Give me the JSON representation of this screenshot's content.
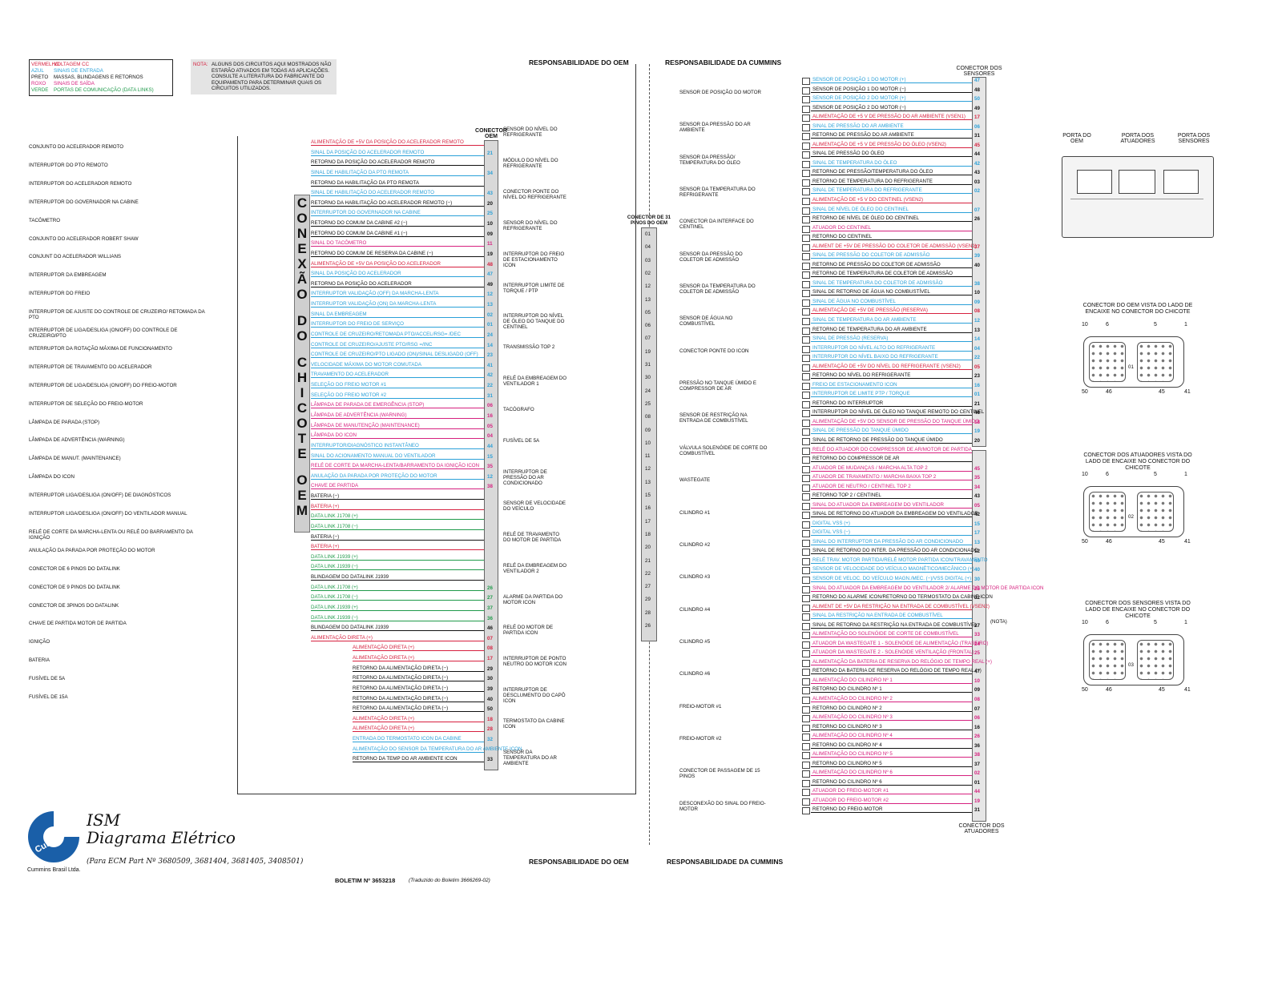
{
  "legend": [
    {
      "k": "VERMELHO",
      "v": "VOLTAGEM CC",
      "color": "#d6213f"
    },
    {
      "k": "AZUL",
      "v": "SINAIS DE ENTRADA",
      "color": "#2aa0d8"
    },
    {
      "k": "PRETO",
      "v": "MASSAS, BLINDAGENS E RETORNOS",
      "color": "#111111"
    },
    {
      "k": "ROXO",
      "v": "SINAIS DE SAÍDA",
      "color": "#d6217f"
    },
    {
      "k": "VERDE",
      "v": "PORTAS DE COMUNICAÇÃO (DATA LINKS)",
      "color": "#1f9a4a"
    }
  ],
  "note": {
    "label": "NOTA:",
    "text": "ALGUNS DOS CIRCUITOS AQUI MOSTRADOS NÃO ESTARÃO ATIVADOS EM TODAS AS APLICAÇÕES. CONSULTE A LITERATURA DO FABRICANTE DO EQUIPAMENTO PARA DETERMINAR QUAIS OS CIRCUITOS UTILIZADOS."
  },
  "headers": {
    "oem_top": "RESPONSABILIDADE DO OEM",
    "cummins_top": "RESPONSABILIDADE DA CUMMINS",
    "oem_bottom": "RESPONSABILIDADE DO OEM",
    "cummins_bottom": "RESPONSABILIDADE DA CUMMINS",
    "conector_oem": "CONECTOR OEM",
    "conector_31": "CONECTOR DE 31 PINOS DO OEM",
    "conector_sensores": "CONECTOR DOS SENSORES",
    "conector_atuadores": "CONECTOR DOS ATUADORES",
    "chicote": "CONEXÃO DO CHICOTE OEM"
  },
  "oem_components": [
    "CONJUNTO DO ACELERADOR REMOTO",
    "INTERRUPTOR DO PTO REMOTO",
    "INTERRUPTOR DO ACELERADOR REMOTO",
    "INTERRUPTOR DO GOVERNADOR NA CABINE",
    "TACÔMETRO",
    "CONJUNTO DO ACELERADOR ROBERT SHAW",
    "CONJUNT DO ACELERADOR WILLIANS",
    "INTERRUPTOR DA EMBREAGEM",
    "INTERRUPTOR DO FREIO",
    "INTERRUPTOR DE AJUSTE DO CONTROLE DE CRUZEIRO/ RETOMADA DA PTO",
    "INTERRUPTOR DE LIGA/DESLIGA (ON/OFF) DO CONTROLE DE CRUZEIRO/PTO",
    "INTERRUPTOR DA ROTAÇÃO MÁXIMA DE FUNCIONAMENTO",
    "INTERRUPTOR DE TRAVAMENTO DO ACELERADOR",
    "INTERRUPTOR DE LIGA/DESLIGA (ON/OFF) DO FREIO-MOTOR",
    "INTERRUPTOR DE SELEÇÃO DO FREIO-MOTOR",
    "LÂMPADA DE PARADA (STOP)",
    "LÂMPADA DE ADVERTÊNCIA (WARNING)",
    "LÂMPADA DE MANUT. (MAINTENANCE)",
    "LÂMPADA DO ICON",
    "INTERRUPTOR LIGA/DESLIGA (ON/OFF) DE DIAGNÓSTICOS",
    "INTERRUPTOR LIGA/DESLIGA (ON/OFF) DO VENTILADOR MANUAL",
    "RELÉ DE CORTE DA MARCHA-LENTA OU RELÉ DO BARRAMENTO DA IGNIÇÃO",
    "ANULAÇÃO DA PARADA POR PROTEÇÃO DO MOTOR",
    "CONECTOR DE 6 PINOS DO DATALINK",
    "CONECTOR DE 9 PINOS DO DATALINK",
    "CONECTOR DE 3PINOS DO DATALINK",
    "CHAVE DE PARTIDA MOTOR DE PARTIDA",
    "IGNIÇÃO",
    "BATERIA",
    "FUSÍVEL DE 5A",
    "FUSÍVEL DE 15A"
  ],
  "oem_wires": [
    {
      "t": "ALIMENTAÇÃO DE +5V DA POSIÇÃO DO ACELERADOR REMOTO",
      "p": "",
      "c": "r"
    },
    {
      "t": "SINAL DA POSIÇÃO DO ACELERADOR REMOTO",
      "p": "21",
      "c": "b"
    },
    {
      "t": "RETORNO DA POSIÇÃO DO ACELERADOR REMOTO",
      "p": "",
      "c": "k"
    },
    {
      "t": "SINAL DE HABILITAÇÃO DA PTO REMOTA",
      "p": "34",
      "c": "b"
    },
    {
      "t": "RETORNO DA HABILITAÇÃO DA PTO REMOTA",
      "p": "",
      "c": "k"
    },
    {
      "t": "SINAL DE HABILITAÇÃO DO ACELERADOR REMOTO",
      "p": "43",
      "c": "b"
    },
    {
      "t": "RETORNO DA HABILITAÇÃO DO ACELERADOR REMOTO (−)",
      "p": "20",
      "c": "k"
    },
    {
      "t": "INTERRUPTOR DO GOVERNADOR NA CABINE",
      "p": "25",
      "c": "b"
    },
    {
      "t": "RETORNO DO COMUM DA CABINE #2 (−)",
      "p": "10",
      "c": "k"
    },
    {
      "t": "RETORNO DO COMUM DA CABINE #1 (−)",
      "p": "09",
      "c": "k"
    },
    {
      "t": "SINAL DO TACÔMETRO",
      "p": "11",
      "c": "m"
    },
    {
      "t": "RETORNO DO COMUM DE RESERVA DA CABINE (−)",
      "p": "19",
      "c": "k"
    },
    {
      "t": "ALIMENTAÇÃO DE +5V DA POSIÇÃO DO ACELERADOR",
      "p": "48",
      "c": "r"
    },
    {
      "t": "SINAL DA POSIÇÃO DO ACELERADOR",
      "p": "47",
      "c": "b"
    },
    {
      "t": "RETORNO DA POSIÇÃO DO ACELERADOR",
      "p": "49",
      "c": "k"
    },
    {
      "t": "INTERRUPTOR VALIDAÇÃO (OFF) DA MARCHA-LENTA",
      "p": "12",
      "c": "b"
    },
    {
      "t": "INTERRUPTOR VALIDAÇÃO (ON) DA MARCHA-LENTA",
      "p": "13",
      "c": "b"
    },
    {
      "t": "SINAL DA EMBREAGEM",
      "p": "02",
      "c": "b"
    },
    {
      "t": "INTERRUPTOR DO FREIO DE SERVIÇO",
      "p": "01",
      "c": "b"
    },
    {
      "t": "CONTROLE DE CRUZEIRO/RETOMADA PTO/ACCEL/RSG= /DEC",
      "p": "24",
      "c": "b"
    },
    {
      "t": "CONTROLE DE CRUZEIRO/AJUSTE PTO/RSG =/INC",
      "p": "14",
      "c": "b"
    },
    {
      "t": "CONTROLE DE CRUZEIRO/PTO LIGADO (ON)/SINAL DESLIGADO (OFF)",
      "p": "23",
      "c": "b"
    },
    {
      "t": "VELOCIDADE MÁXIMA DO MOTOR COMUTADA",
      "p": "41",
      "c": "b"
    },
    {
      "t": "TRAVAMENTO DO ACELERADOR",
      "p": "42",
      "c": "b"
    },
    {
      "t": "SELEÇÃO DO FREIO MOTOR #1",
      "p": "22",
      "c": "b"
    },
    {
      "t": "SELEÇÃO DO FREIO MOTOR #2",
      "p": "31",
      "c": "b"
    },
    {
      "t": "LÂMPADA DE PARADA DE EMERGÊNCIA (STOP)",
      "p": "06",
      "c": "m"
    },
    {
      "t": "LÂMPADA DE ADVERTÊNCIA (WARNING)",
      "p": "16",
      "c": "m"
    },
    {
      "t": "LÂMPADA DE MANUTENÇÃO (MAINTENANCE)",
      "p": "05",
      "c": "m"
    },
    {
      "t": "LÂMPADA DO ICON",
      "p": "04",
      "c": "m"
    },
    {
      "t": "INTERRUPTOR/DIAGNÓSTICO INSTANTÂNEO",
      "p": "44",
      "c": "b"
    },
    {
      "t": "SINAL DO ACIONAMENTO MANUAL DO VENTILADOR",
      "p": "15",
      "c": "b"
    },
    {
      "t": "RELÉ DE CORTE DA MARCHA-LENTA/BARRAMENTO DA IGNIÇÃO ICON",
      "p": "35",
      "c": "m"
    },
    {
      "t": "ANULAÇÃO DA PARADA POR PROTEÇÃO DO MOTOR",
      "p": "12",
      "c": "b"
    },
    {
      "t": "CHAVE DE PARTIDA",
      "p": "38",
      "c": "m"
    },
    {
      "t": "BATERIA (−)",
      "p": "",
      "c": "k"
    },
    {
      "t": "BATERIA (+)",
      "p": "",
      "c": "r"
    },
    {
      "t": "DATA LINK J1708 (+)",
      "p": "",
      "c": "g"
    },
    {
      "t": "DATA LINK J1708 (−)",
      "p": "",
      "c": "g"
    },
    {
      "t": "BATERIA (−)",
      "p": "",
      "c": "k"
    },
    {
      "t": "BATERIA (+)",
      "p": "",
      "c": "r"
    },
    {
      "t": "DATA LINK J1939 (+)",
      "p": "",
      "c": "g"
    },
    {
      "t": "DATA LINK J1939 (−)",
      "p": "",
      "c": "g"
    },
    {
      "t": "BLINDAGEM DO DATALINK J1939",
      "p": "",
      "c": "k"
    },
    {
      "t": "DATA LINK J1708 (+)",
      "p": "26",
      "c": "g"
    },
    {
      "t": "DATA LINK J1708 (−)",
      "p": "27",
      "c": "g"
    },
    {
      "t": "DATA LINK J1939 (+)",
      "p": "37",
      "c": "g"
    },
    {
      "t": "DATA LINK J1939 (−)",
      "p": "36",
      "c": "g"
    },
    {
      "t": "BLINDAGEM DO DATALINK J1939",
      "p": "46",
      "c": "k"
    },
    {
      "t": "ALIMENTAÇÃO DIRETA (+)",
      "p": "07",
      "c": "r"
    },
    {
      "t": "ALIMENTAÇÃO DIRETA (+)",
      "p": "08",
      "c": "r"
    },
    {
      "t": "ALIMENTAÇÃO DIRETA (+)",
      "p": "17",
      "c": "r"
    },
    {
      "t": "RETORNO DA ALIMENTAÇÃO DIRETA (−)",
      "p": "29",
      "c": "k"
    },
    {
      "t": "RETORNO DA ALIMENTAÇÃO DIRETA (−)",
      "p": "30",
      "c": "k"
    },
    {
      "t": "RETORNO DA ALIMENTAÇÃO DIRETA (−)",
      "p": "39",
      "c": "k"
    },
    {
      "t": "RETORNO DA ALIMENTAÇÃO DIRETA (−)",
      "p": "40",
      "c": "k"
    },
    {
      "t": "RETORNO DA ALIMENTAÇÃO DIRETA (−)",
      "p": "50",
      "c": "k"
    },
    {
      "t": "ALIMENTAÇÃO DIRETA (+)",
      "p": "18",
      "c": "r"
    },
    {
      "t": "ALIMENTAÇÃO DIRETA (+)",
      "p": "28",
      "c": "r"
    },
    {
      "t": "ENTRADA DO TERMOSTATO ICON DA CABINE",
      "p": "32",
      "c": "b"
    },
    {
      "t": "ALIMENTAÇÃO DO SENSOR DA TEMPERATURA DO AR AMBIENTE ICON",
      "p": "",
      "c": "b"
    },
    {
      "t": "RETORNO DA TEMP DO AR AMBIENTE ICON",
      "p": "33",
      "c": "k"
    }
  ],
  "middle_components": [
    "SENSOR DO NÍVEL DO REFRIGERANTE",
    "MÓDULO DO NÍVEL DO REFRIGERANTE",
    "CONECTOR PONTE DO NÍVEL DO REFRIGERANTE",
    "SENSOR DO NÍVEL DO REFRIGERANTE",
    "INTERRUPTOR DO FREIO DE ESTACIONAMENTO ICON",
    "INTERRUPTOR LIMITE DE TORQUE / PTP",
    "INTERRUPTOR DO NÍVEL DE ÓLEO DO TANQUE DO CENTINEL",
    "TRANSMISSÃO TOP 2",
    "RELÉ DA EMBREAGEM DO VENTILADOR 1",
    "TACÓGRAFO",
    "FUSÍVEL DE 5A",
    "INTERRUPTOR DE PRESSÃO DO AR CONDICIONADO",
    "SENSOR DE VELOCIDADE DO VEÍCULO",
    "RELÉ DE TRAVAMENTO DO MOTOR DE PARTIDA",
    "RELÉ DA EMBREAGEM DO VENTILADOR 2",
    "ALARME DA PARTIDA DO MOTOR ICON",
    "RELÉ DO MOTOR DE PARTIDA ICON",
    "INTERRUPTOR DE PONTO NEUTRO DO MOTOR ICON",
    "INTERRUPTOR DE DESCLUMENTO DO CAPÔ ICON",
    "TERMOSTATO DA CABINE ICON",
    "SENSOR DA TEMPERATURA DO AR AMBIENTE"
  ],
  "cummins_components": [
    "SENSOR DE POSIÇÃO DO MOTOR",
    "SENSOR DA PRESSÃO DO AR AMBIENTE",
    "SENSOR DA PRESSÃO/ TEMPERATURA DO ÓLEO",
    "SENSOR DA TEMPERATURA DO REFRIGERANTE",
    "CONECTOR DA INTERFACE DO CENTINEL",
    "SENSOR DA PRESSÃO DO COLETOR DE ADMISSÃO",
    "SENSOR DA TEMPERATURA DO COLETOR DE ADMISSÃO",
    "SENSOR DE ÁGUA NO COMBUSTÍVEL",
    "CONECTOR PONTE DO ICON",
    "PRESSÃO NO TANQUE ÚMIDO E COMPRESSOR DE AR",
    "SENSOR DE RESTRIÇÃO NA ENTRADA DE COMBUSTÍVEL",
    "VÁLVULA SOLENÓIDE DE CORTE DO COMBUSTÍVEL",
    "WASTEGATE",
    "CILINDRO #1",
    "CILINDRO #2",
    "CILINDRO #3",
    "CILINDRO #4",
    "CILINDRO #5",
    "CILINDRO #6",
    "FREIO-MOTOR #1",
    "FREIO-MOTOR #2",
    "CONECTOR DE PASSAGEM DE 15 PINOS",
    "DESCONEXÃO DO SINAL DO FREIO-MOTOR"
  ],
  "cummins_wires": [
    {
      "t": "SENSOR DE POSIÇÃO 1 DO MOTOR (+)",
      "p": "47",
      "c": "b"
    },
    {
      "t": "SENSOR DE POSIÇÃO 1 DO MOTOR (−)",
      "p": "48",
      "c": "k"
    },
    {
      "t": "SENSOR DE POSIÇÃO 2 DO MOTOR (+)",
      "p": "50",
      "c": "b"
    },
    {
      "t": "SENSOR DE POSIÇÃO 2 DO MOTOR (−)",
      "p": "49",
      "c": "k"
    },
    {
      "t": "ALIMENTAÇÃO DE +5 V DE PRESSÃO DO AR AMBIENTE (VSEN1)",
      "p": "17",
      "c": "r"
    },
    {
      "t": "SINAL DE PRESSÃO DO AR AMBIENTE",
      "p": "06",
      "c": "b"
    },
    {
      "t": "RETORNO DE PRESSÃO DO AR AMBIENTE",
      "p": "31",
      "c": "k"
    },
    {
      "t": "ALIMENTAÇÃO DE +5 V DE PRESSÃO DO ÓLEO (VSEN2)",
      "p": "45",
      "c": "r"
    },
    {
      "t": "SINAL DE PRESSÃO DO ÓLEO",
      "p": "44",
      "c": "k"
    },
    {
      "t": "SINAL DE TEMPERATURA DO ÓLEO",
      "p": "42",
      "c": "b"
    },
    {
      "t": "RETORNO DE PRESSÃO/TEMPERATURA DO ÓLEO",
      "p": "43",
      "c": "k"
    },
    {
      "t": "RETORNO DE TEMPERATURA DO REFRIGERANTE",
      "p": "03",
      "c": "k"
    },
    {
      "t": "SINAL DE TEMPERATURA DO REFRIGERANTE",
      "p": "02",
      "c": "b"
    },
    {
      "t": "ALIMENTAÇÃO DE +5 V DO CENTINEL (VSEN2)",
      "p": "",
      "c": "r"
    },
    {
      "t": "SINAL DE NÍVEL DE ÓLEO DO CENTINEL",
      "p": "07",
      "c": "b"
    },
    {
      "t": "RETORNO DE NÍVEL DE ÓLEO DO CENTINEL",
      "p": "26",
      "c": "k"
    },
    {
      "t": "ATUADOR DO CENTINEL",
      "p": "",
      "c": "m"
    },
    {
      "t": "RETORNO DO CENTINEL",
      "p": "",
      "c": "k"
    },
    {
      "t": "ALIMENT DE +5V DE PRESSÃO DO COLETOR DE ADMISSÃO (VSEN1)",
      "p": "37",
      "c": "r"
    },
    {
      "t": "SINAL DE PRESSÃO DO COLETOR DE ADMISSÃO",
      "p": "39",
      "c": "b"
    },
    {
      "t": "RETORNO DE PRESSÃO DO COLETOR DE ADMISSÃO",
      "p": "40",
      "c": "k"
    },
    {
      "t": "RETORNO DE TEMPERATURA DE COLETOR DE ADMISSÃO",
      "p": "",
      "c": "k"
    },
    {
      "t": "SINAL DE TEMPERATURA DO COLETOR DE ADMISSÃO",
      "p": "38",
      "c": "b"
    },
    {
      "t": "SINAL DE RETORNO DE ÁGUA NO COMBUSTÍVEL",
      "p": "10",
      "c": "k"
    },
    {
      "t": "SINAL DE ÁGUA NO COMBUSTÍVEL",
      "p": "09",
      "c": "b"
    },
    {
      "t": "ALIMENTAÇÃO DE +5V DE PRESSÃO (RESERVA)",
      "p": "08",
      "c": "r"
    },
    {
      "t": "SINAL DE TEMPERATURA DO AR AMBIENTE",
      "p": "12",
      "c": "b"
    },
    {
      "t": "RETORNO DE TEMPERATURA DO AR AMBIENTE",
      "p": "13",
      "c": "k"
    },
    {
      "t": "SINAL DE PRESSÃO (RESERVA)",
      "p": "14",
      "c": "b"
    },
    {
      "t": "INTERRUPTOR DO NÍVEL ALTO DO REFRIGERANTE",
      "p": "04",
      "c": "b"
    },
    {
      "t": "INTERRUPTOR DO NÍVEL BAIXO DO REFRIGERANTE",
      "p": "22",
      "c": "b"
    },
    {
      "t": "ALIMENTAÇÃO DE +5V DO NÍVEL DO REFRIGERANTE (VSEN2)",
      "p": "05",
      "c": "r"
    },
    {
      "t": "RETORNO DO NÍVEL DO REFRIGERANTE",
      "p": "23",
      "c": "k"
    },
    {
      "t": "FREIO DE ESTACIONAMENTO ICON",
      "p": "16",
      "c": "b"
    },
    {
      "t": "INTERRUPTOR DE LIMITE PTP / TORQUE",
      "p": "01",
      "c": "b"
    },
    {
      "t": "RETORNO DO INTERRUPTOR",
      "p": "21",
      "c": "k"
    },
    {
      "t": "INTERRUPTOR DO NÍVEL DE ÓLEO NO TANQUE REMOTO DO CENTINEL",
      "p": "46",
      "c": "k"
    },
    {
      "t": "ALIMENTAÇÃO DE +5V DO SENSOR DE PRESSÃO DO TANQUE ÚMIDO",
      "p": "18",
      "c": "m"
    },
    {
      "t": "SINAL DE PRESSÃO DO TANQUE ÚMIDO",
      "p": "19",
      "c": "b"
    },
    {
      "t": "SINAL DE RETORNO DE PRESSÃO DO TANQUE ÚMIDO",
      "p": "20",
      "c": "k"
    },
    {
      "t": "RELÉ DO ATUADOR DO COMPRESSOR DE AR/MOTOR DE PARTIDA",
      "p": "",
      "c": "m"
    },
    {
      "t": "RETORNO DO COMPRESSOR DE AR",
      "p": "",
      "c": "k"
    },
    {
      "t": "ATUADOR DE MUDANÇAS / MARCHA ALTA TOP 2",
      "p": "45",
      "c": "m"
    },
    {
      "t": "ATUADOR DE TRAVAMENTO / MARCHA BAIXA TOP 2",
      "p": "35",
      "c": "m"
    },
    {
      "t": "ATUADOR DE NEUTRO / CENTINEL TOP 2",
      "p": "34",
      "c": "m"
    },
    {
      "t": "RETORNO TOP 2 / CENTINEL",
      "p": "43",
      "c": "k"
    },
    {
      "t": "SINAL DO ATUADOR DA EMBREAGEM DO VENTILADOR",
      "p": "05",
      "c": "m"
    },
    {
      "t": "SINAL DE RETORNO DO ATUADOR DA EMBREAGEM DO VENTILADOR",
      "p": "42",
      "c": "k"
    },
    {
      "t": "DIGITAL VSS (+)",
      "p": "15",
      "c": "b"
    },
    {
      "t": "DIGITAL VSS (−)",
      "p": "17",
      "c": "b"
    },
    {
      "t": "SINAL DO INTERRUPTOR DA PRESSÃO DO AR CONDICIONADO",
      "p": "13",
      "c": "b"
    },
    {
      "t": "SINAL DE RETORNO DO INTER. DA PRESSÃO DO AR CONDICIONADO",
      "p": "12",
      "c": "k"
    },
    {
      "t": "RELÉ TRAV. MOTOR PARTIDA/RELÉ MOTOR PARTIDA ICON/TRAVAMENTO",
      "p": "46",
      "c": "b"
    },
    {
      "t": "SENSOR DE VELOCIDADE DO VEÍCULO MAGNÉTICO/MECÂNICO (+)",
      "p": "40",
      "c": "b"
    },
    {
      "t": "SENSOR DE VELOC. DO VEÍCULO MAGN./MEC. (−)/VSS DIGITAL (+)",
      "p": "30",
      "c": "b"
    },
    {
      "t": "SINAL DO ATUADOR DA EMBREAGEM DO VENTILADOR 2/ ALARME DO MOTOR DE PARTIDA ICON",
      "p": "25",
      "c": "m"
    },
    {
      "t": "RETORNO DO ALARME ICON/RETORNO DO TERMOSTATO DA CABINE ICON",
      "p": "32",
      "c": "k"
    },
    {
      "t": "ALIMENT DE +5V DA RESTRIÇÃO NA ENTRADA DE COMBUSTÍVEL (VSEN2)",
      "p": "",
      "c": "r"
    },
    {
      "t": "SINAL DA RESTRIÇÃO NA ENTRADA DE COMBUSTÍVEL",
      "p": "",
      "c": "b"
    },
    {
      "t": "SINAL DE RETORNO DA RESTRIÇÃO NA ENTRADA DE COMBUSTÍVEL",
      "p": "27",
      "c": "k"
    },
    {
      "t": "ALIMENTAÇÃO DO SOLENÓIDE DE CORTE DE COMBUSTÍVEL",
      "p": "33",
      "c": "m"
    },
    {
      "t": "ATUADOR DA WASTEGATE 1 - SOLENÓIDE DE ALIMENTAÇÃO (TRASEIRO)",
      "p": "24",
      "c": "m"
    },
    {
      "t": "ATUADOR DA WASTEGATE 2 - SOLENÓIDE VENTILAÇÃO (FRONTAL)",
      "p": "25",
      "c": "m"
    },
    {
      "t": "ALIMENTAÇÃO DA BATERIA DE RESERVA DO RELÓGIO DE TEMPO REAL (+)",
      "p": "",
      "c": "m"
    },
    {
      "t": "RETORNO DA BATERIA DE RESERVA DO RELÓGIO DE TEMPO REAL (−)",
      "p": "47",
      "c": "k"
    },
    {
      "t": "ALIMENTAÇÃO DO CILINDRO Nº 1",
      "p": "10",
      "c": "m"
    },
    {
      "t": "RETORNO DO CILINDRO Nº 1",
      "p": "09",
      "c": "k"
    },
    {
      "t": "ALIMENTAÇÃO DO CILINDRO Nº 2",
      "p": "08",
      "c": "m"
    },
    {
      "t": "RETORNO DO CILINDRO Nº 2",
      "p": "07",
      "c": "k"
    },
    {
      "t": "ALIMENTAÇÃO DO CILINDRO Nº 3",
      "p": "06",
      "c": "m"
    },
    {
      "t": "RETORNO DO CILINDRO Nº 3",
      "p": "16",
      "c": "k"
    },
    {
      "t": "ALIMENTAÇÃO DO CILINDRO Nº 4",
      "p": "26",
      "c": "m"
    },
    {
      "t": "RETORNO DO CILINDRO Nº 4",
      "p": "36",
      "c": "k"
    },
    {
      "t": "ALIMENTAÇÃO DO CILINDRO Nº 5",
      "p": "38",
      "c": "m"
    },
    {
      "t": "RETORNO DO CILINDRO Nº 5",
      "p": "37",
      "c": "k"
    },
    {
      "t": "ALIMENTAÇÃO DO CILINDRO Nº 6",
      "p": "02",
      "c": "m"
    },
    {
      "t": "RETORNO DO CILINDRO Nº 6",
      "p": "01",
      "c": "k"
    },
    {
      "t": "ATUADOR DO FREIO-MOTOR #1",
      "p": "44",
      "c": "m"
    },
    {
      "t": "ATUADOR DO FREIO-MOTOR #2",
      "p": "19",
      "c": "m"
    },
    {
      "t": "RETORNO DO FREIO-MOTOR",
      "p": "31",
      "c": "k"
    }
  ],
  "pins31": [
    "01",
    "04",
    "03",
    "02",
    "12",
    "13",
    "05",
    "06",
    "07",
    "19",
    "31",
    "30",
    "24",
    "25",
    "08",
    "09",
    "10",
    "11",
    "12",
    "13",
    "15",
    "16",
    "17",
    "18",
    "20",
    "21",
    "22",
    "27",
    "29",
    "28",
    "26"
  ],
  "right_panel": {
    "ports": [
      "PORTA DO OEM",
      "PORTA DOS ATUADORES",
      "PORTA DOS SENSORES"
    ],
    "connectors": [
      {
        "title": "CONECTOR DO OEM VISTA DO LADO DE ENCAIXE NO CONECTOR DO CHICOTE",
        "code": "01"
      },
      {
        "title": "CONECTOR DOS ATUADORES VISTA DO LADO DE ENCAIXE NO CONECTOR DO CHICOTE",
        "code": "02"
      },
      {
        "title": "CONECTOR DOS SENSORES VISTA DO LADO DE ENCAIXE NO CONECTOR DO CHICOTE",
        "code": "03"
      }
    ],
    "pin_labels": [
      "10",
      "6",
      "5",
      "1",
      "50",
      "46",
      "45",
      "41"
    ],
    "nota": "(NOTA)"
  },
  "title_block": {
    "brand": "Cummins",
    "line1": "ISM",
    "line2": "Diagrama Elétrico",
    "parts": "(Para ECM Part Nº 3680509, 3681404, 3681405, 3408501)",
    "company": "Cummins Brasil Ltda.",
    "bulletin": "BOLETIM Nº 3653218",
    "translated": "(Traduzido do Boletim 3666269-02)"
  }
}
